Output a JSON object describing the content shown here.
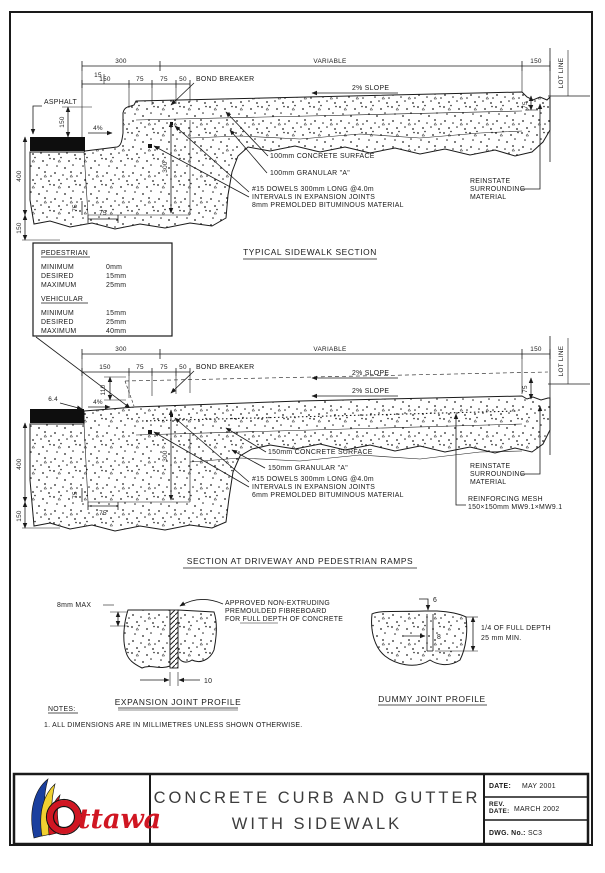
{
  "colors": {
    "ink": "#1a1a1a",
    "logo_red": "#d01622",
    "logo_blue": "#1a3f9e",
    "logo_yellow": "#f0d030"
  },
  "section1": {
    "dim_300": "300",
    "dim_variable": "VARIABLE",
    "dim_150_right": "150",
    "dim_15": "15",
    "dim_150": "150",
    "dim_75a": "75",
    "dim_75b": "75",
    "dim_50": "50",
    "bond_breaker": "BOND BREAKER",
    "slope": "2% SLOPE",
    "asphalt": "ASPHALT",
    "gutter_slope": "4%",
    "lot_line": "LOT LINE",
    "dim_75_lot": "75",
    "dim_150_reveal": "150",
    "dim_400": "400",
    "dim_150_base": "150",
    "dim_300_depth": "300",
    "dim_75_depth": "75",
    "dim_75_base": "75",
    "concrete_note": "100mm CONCRETE SURFACE",
    "granular_note": "100mm GRANULAR \"A\"",
    "dowel_1": "#15 DOWELS 300mm LONG @4.0m",
    "dowel_2": "INTERVALS IN EXPANSION JOINTS",
    "dowel_3": "8mm PREMOLDED BITUMINOUS MATERIAL",
    "reinstate_1": "REINSTATE",
    "reinstate_2": "SURROUNDING",
    "reinstate_3": "MATERIAL",
    "caption": "TYPICAL SIDEWALK SECTION"
  },
  "ramp_box": {
    "pedestrian": "PEDESTRIAN",
    "ped_rows": [
      [
        "MINIMUM",
        "0mm"
      ],
      [
        "DESIRED",
        "15mm"
      ],
      [
        "MAXIMUM",
        "25mm"
      ]
    ],
    "vehicular": "VEHICULAR",
    "veh_rows": [
      [
        "MINIMUM",
        "15mm"
      ],
      [
        "DESIRED",
        "25mm"
      ],
      [
        "MAXIMUM",
        "40mm"
      ]
    ]
  },
  "section2": {
    "dim_300": "300",
    "dim_variable": "VARIABLE",
    "dim_150_right": "150",
    "dim_150": "150",
    "dim_75a": "75",
    "dim_75b": "75",
    "dim_50": "50",
    "bond_breaker": "BOND BREAKER",
    "slope_upper": "2% SLOPE",
    "slope_lower": "2% SLOPE",
    "gutter_slope": "4%",
    "dim_110": "110",
    "dim_6_4": "6.4",
    "lot_line": "LOT LINE",
    "dim_75_lot": "75",
    "dim_400": "400",
    "dim_150_base": "150",
    "dim_300_depth": "300",
    "dim_75_depth": "75",
    "dim_75_base": "75",
    "concrete_note": "150mm CONCRETE SURFACE",
    "granular_note": "150mm GRANULAR \"A\"",
    "dowel_1": "#15 DOWELS 300mm LONG @4.0m",
    "dowel_2": "INTERVALS IN EXPANSION JOINTS",
    "dowel_3": "6mm PREMOLDED BITUMINOUS MATERIAL",
    "reinstate_1": "REINSTATE",
    "reinstate_2": "SURROUNDING",
    "reinstate_3": "MATERIAL",
    "mesh_1": "REINFORCING MESH",
    "mesh_2": "150×150mm MW9.1×MW9.1",
    "caption": "SECTION AT DRIVEWAY AND PEDESTRIAN RAMPS"
  },
  "expansion_joint": {
    "dim_8mm": "8mm MAX",
    "note_1": "APPROVED NON-EXTRUDING",
    "note_2": "PREMOULDED FIBREBOARD",
    "note_3": "FOR FULL DEPTH OF CONCRETE",
    "dim_10": "10",
    "title": "EXPANSION JOINT PROFILE"
  },
  "dummy_joint": {
    "dim_6": "6",
    "dim_8": "8",
    "depth_1": "1/4 OF FULL DEPTH",
    "depth_2": "25 mm MIN.",
    "title": "DUMMY JOINT PROFILE"
  },
  "notes": {
    "header": "NOTES:",
    "item_1": "1. ALL DIMENSIONS ARE IN MILLIMETRES UNLESS SHOWN OTHERWISE."
  },
  "title_block": {
    "logo_word": "ttawa",
    "title_1": "CONCRETE CURB AND GUTTER",
    "title_2": "WITH SIDEWALK",
    "date_label": "DATE:",
    "date_value": "MAY 2001",
    "rev_label_1": "REV.",
    "rev_label_2": "DATE:",
    "rev_value": "MARCH 2002",
    "dwg_label": "DWG. No.:",
    "dwg_value": "SC3"
  }
}
